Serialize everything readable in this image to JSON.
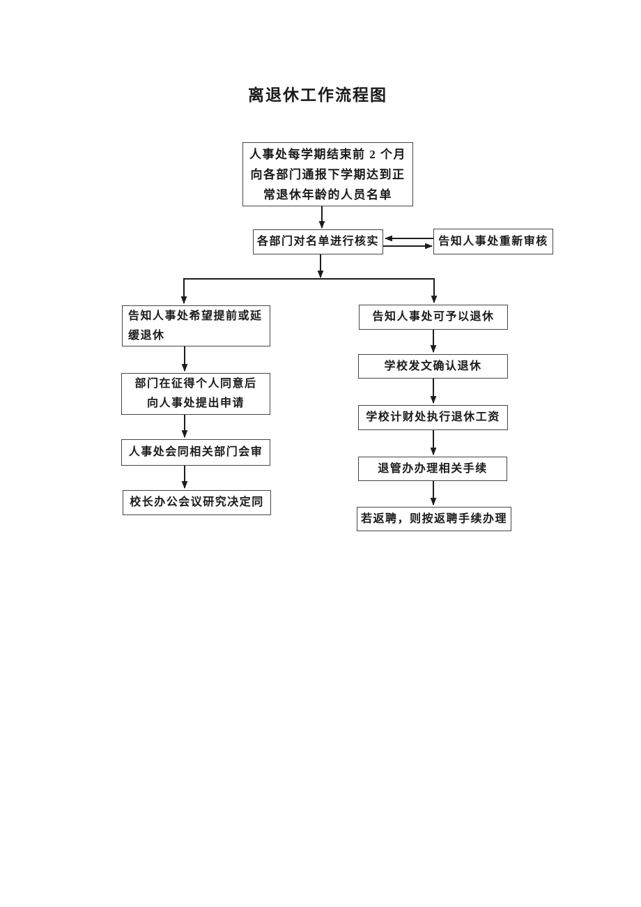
{
  "styles": {
    "ink": "#1a1a1a",
    "box_border": "#454545",
    "background": "#ffffff"
  },
  "document": {
    "title": "离退休工作流程图"
  },
  "flowchart": {
    "nodes": {
      "start": {
        "lines": [
          "人事处每学期结束前 2 个月",
          "向各部门通报下学期达到正",
          "常退休年龄的人员名单"
        ]
      },
      "verify_list": {
        "label": "各部门对名单进行核实"
      },
      "recheck": {
        "label": "告知人事处重新审核"
      },
      "early_delay": {
        "lines": [
          "告知人事处希望提前或延",
          "缓退休"
        ]
      },
      "dept_apply": {
        "lines": [
          "部门在征得个人同意后",
          "向人事处提出申请"
        ]
      },
      "joint_review": {
        "label": "人事处会同相关部门会审"
      },
      "president_decide": {
        "label": "校长办公会议研究决定同"
      },
      "can_retire": {
        "label": "告知人事处可予以退休"
      },
      "confirm_doc": {
        "label": "学校发文确认退休"
      },
      "pay_salary": {
        "label": "学校计财处执行退休工资"
      },
      "retire_office": {
        "label": "退管办办理相关手续"
      },
      "rehire": {
        "label": "若返聘，则按返聘手续办理"
      }
    },
    "edges": [
      "start -> verify_list",
      "verify_list <-> recheck",
      "verify_list -> early_delay",
      "verify_list -> can_retire",
      "early_delay -> dept_apply",
      "dept_apply -> joint_review",
      "joint_review -> president_decide",
      "can_retire -> confirm_doc",
      "confirm_doc -> pay_salary",
      "pay_salary -> retire_office",
      "retire_office -> rehire"
    ]
  }
}
